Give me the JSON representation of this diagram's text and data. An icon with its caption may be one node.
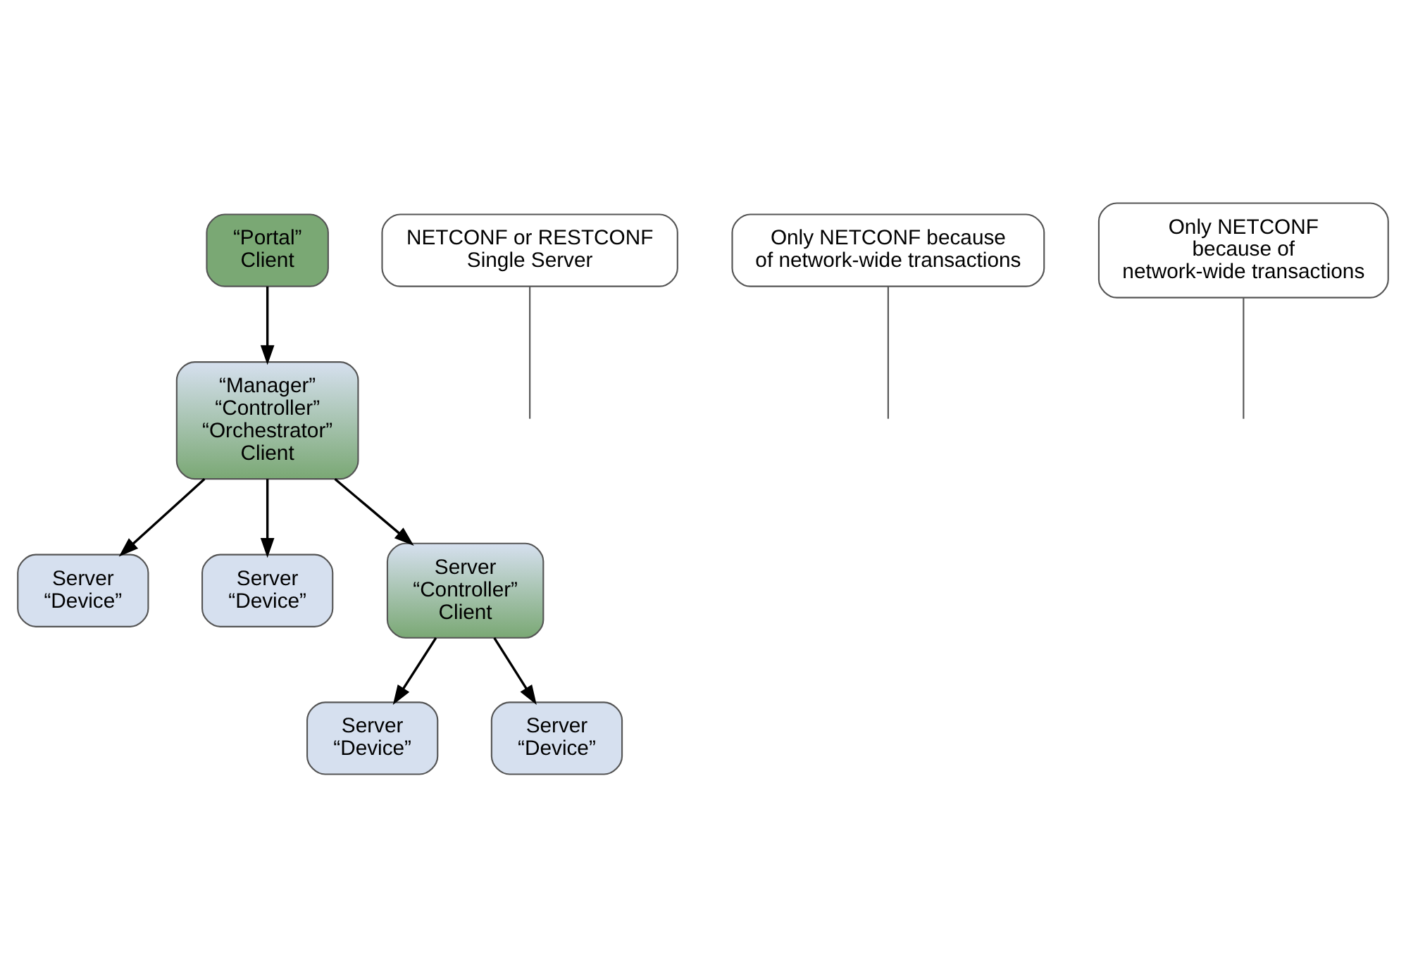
{
  "diagram": {
    "nodes": [
      {
        "text": [
          "“Portal” Client"
        ]
      },
      {
        "text": [
          "NETCONF or RESTCONF Single Server"
        ]
      },
      {
        "text": [
          "“Manager” “Controller” “Orchestrator” Client"
        ]
      },
      {
        "text": [
          "Only NETCONF because of network-wide transactions"
        ]
      },
      {
        "text": [
          "Server “Controller” Client"
        ]
      },
      {
        "text": [
          "Only NETCONF because of network-wide transactions"
        ]
      },
      {
        "text": [
          "Server “Device”"
        ]
      },
      {
        "text": [
          "Server “Device”"
        ]
      },
      {
        "text": [
          "Server “Device”"
        ]
      },
      {
        "text": [
          "Server “Device”"
        ]
      }
    ],
    "edges": [
      {
        "from": 0,
        "to": 2,
        "arrow": "to"
      },
      {
        "from": 1,
        "to": null,
        "arrow": "none"
      },
      {
        "from": 2,
        "to": 6,
        "arrow": "to"
      },
      {
        "from": 2,
        "to": 7,
        "arrow": "to"
      },
      {
        "from": 2,
        "to": 4,
        "arrow": "to"
      },
      {
        "from": 3,
        "to": null,
        "arrow": "none"
      },
      {
        "from": 4,
        "to": 8,
        "arrow": "to"
      },
      {
        "from": 4,
        "to": 9,
        "arrow": "to"
      },
      {
        "from": 5,
        "to": null,
        "arrow": "none"
      }
    ]
  }
}
